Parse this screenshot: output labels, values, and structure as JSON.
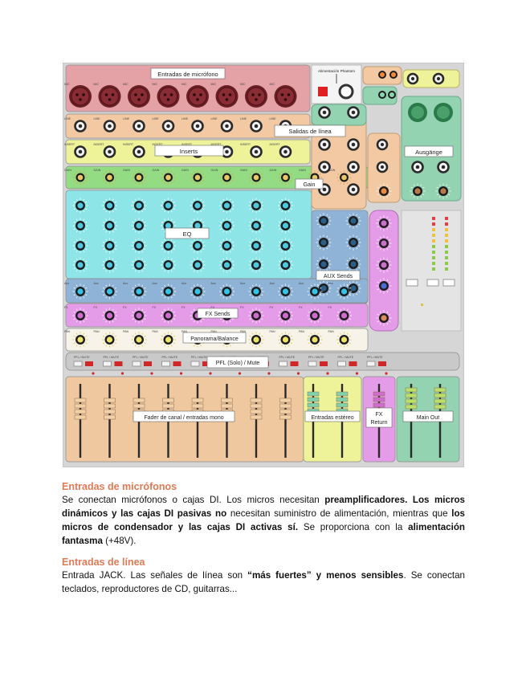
{
  "diagram": {
    "labels": {
      "mic_inputs": "Entradas de micrófono",
      "phantom_power": "Alimentación Phantom",
      "line_outputs": "Salidas de línea",
      "inserts": "Inserts",
      "outputs": "Ausgänge",
      "gain": "Gain",
      "eq": "EQ",
      "aux_sends": "AUX Sends",
      "fx_sends": "FX Sends",
      "pan": "Panorama/Balance",
      "pfl": "PFL (Solo) / Mute",
      "channel_fader": "Fader de canal / entradas mono",
      "stereo_inputs": "Entradas estéreo",
      "fx_return_1": "FX",
      "fx_return_2": "Return",
      "main_out": "Main Out"
    },
    "tiny_labels": {
      "mic": "MIC",
      "line": "LINE",
      "insert": "INSERT",
      "gain": "GAIN",
      "aux": "Aux",
      "fx": "FX",
      "pan": "PAN",
      "pfl_mute": "PFL / MUTE"
    },
    "colors": {
      "mic": "#e4a1a6",
      "line": "#f2c9a2",
      "insert": "#eef39a",
      "gain": "#93dc84",
      "eq": "#8de5e8",
      "aux": "#8fb3d6",
      "fx": "#e59ce8",
      "pan": "#f7f3e8",
      "pfl": "#c9c9c9",
      "fader": "#f0c8a0",
      "stereo": "#eef39a",
      "fx_return": "#e59ce8",
      "main": "#93d3b2"
    }
  },
  "sections": [
    {
      "title": "Entradas de micrófonos",
      "paragraph": [
        {
          "text": "Se conectan micrófonos o cajas DI. Los micros necesitan ",
          "bold": false
        },
        {
          "text": "preamplificadores. Los micros dinámicos y las cajas DI pasivas no",
          "bold": true
        },
        {
          "text": " necesitan suministro de alimentación, mientras que ",
          "bold": false
        },
        {
          "text": "los micros de condensador y las cajas DI activas sí.",
          "bold": true
        },
        {
          "text": " Se proporciona con la ",
          "bold": false
        },
        {
          "text": "alimentación fantasma",
          "bold": true
        },
        {
          "text": " (+48V).",
          "bold": false
        }
      ]
    },
    {
      "title": "Entradas de línea",
      "paragraph": [
        {
          "text": "Entrada JACK. Las señales de línea son ",
          "bold": false
        },
        {
          "text": "“más fuertes” y menos sensibles",
          "bold": true
        },
        {
          "text": ". Se conectan teclados, reproductores de CD, guitarras...",
          "bold": false
        }
      ]
    }
  ]
}
